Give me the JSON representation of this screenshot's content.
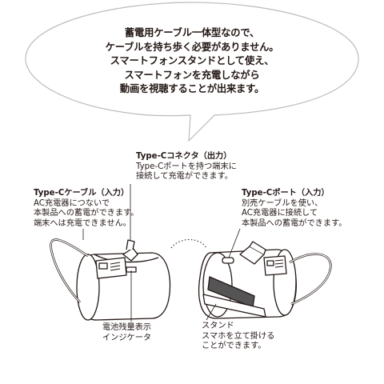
{
  "bubble": {
    "lines": [
      "蓄電用ケーブル一体型なので、",
      "ケーブルを持ち歩く必要がありません。",
      "スマートフォンスタンドとして使え、",
      "スマートフォンを充電しながら",
      "動画を視聴することが出来ます。"
    ]
  },
  "labels": {
    "connector": {
      "title": "Type-Cコネクタ（出力）",
      "lines": [
        "Type-Cポートを持つ端末に",
        "接続して充電ができます。"
      ]
    },
    "cable": {
      "title": "Type-Cケーブル（入力）",
      "lines": [
        "AC充電器につないで",
        "本製品への蓄電ができます。",
        "端末へは充電できません。"
      ]
    },
    "port": {
      "title": "Type-Cポート（入力）",
      "lines": [
        "別売ケーブルを使い、",
        "AC充電器に接続して",
        "本製品への蓄電ができます。"
      ]
    },
    "battery": {
      "lines": [
        "電池残量表示",
        "インジケータ"
      ]
    },
    "stand": {
      "lines": [
        "スタンド",
        "スマホを立て掛ける",
        "ことができます。"
      ]
    }
  },
  "colors": {
    "line": "#231815",
    "bubble_stroke": "#bbbbbb",
    "stand_fill": "#555555"
  }
}
